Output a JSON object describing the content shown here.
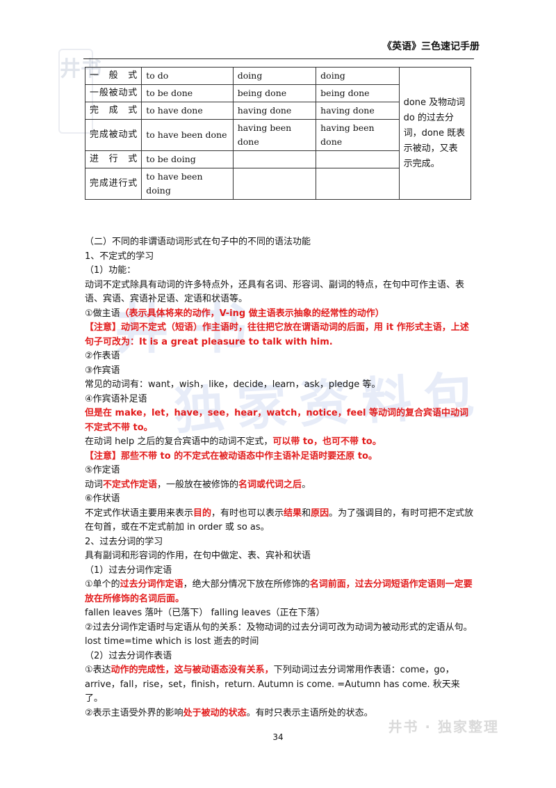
{
  "header": {
    "title": "《英语》三色速记手册"
  },
  "watermarks": {
    "side": "井书",
    "big_line1": "井书",
    "big_line2": "独家资料包",
    "bottom": "井书 · 独家整理"
  },
  "table": {
    "rows": [
      {
        "form": "一般式",
        "c1": "to do",
        "c2": "doing",
        "c3": "doing"
      },
      {
        "form": "一般被动式",
        "c1": "to be done",
        "c2": "being done",
        "c3": "being done"
      },
      {
        "form": "完成式",
        "c1": "to have done",
        "c2": "having done",
        "c3": "having done"
      },
      {
        "form": "完成被动式",
        "c1": "to have been done",
        "c2": "having been done",
        "c3": "having been done"
      },
      {
        "form": "进行式",
        "c1": "to be doing",
        "c2": "",
        "c3": ""
      },
      {
        "form": "完成进行式",
        "c1": "to have been doing",
        "c2": "",
        "c3": ""
      }
    ],
    "note": "done 及物动词 do 的过去分词，done 既表示被动，又表示完成。"
  },
  "content": {
    "l01": "（二）不同的非谓语动词形式在句子中的不同的语法功能",
    "l02": "1、不定式的学习",
    "l03": "（1）功能：",
    "l04": "动词不定式除具有动词的许多特点外，还具有名词、形容词、副词的特点，在句中可作主语、表语、宾语、宾语补足语、定语和状语等。",
    "l05a": "①做主语",
    "l05b": "（表示具体将来的动作，V-ing 做主语表示抽象的经常性的动作）",
    "l06": "【注意】动词不定式（短语）作主语时，往往把它放在谓语动词的后面，用 it 作形式主语，上述句子可改为：It is a great pleasure to talk with him.",
    "l07": "②作表语",
    "l08": "③作宾语",
    "l09": "常见的动词有：want，wish，like，decide，learn，ask，pledge 等。",
    "l10": "④作宾语补足语",
    "l11": "但是在 make，let，have，see，hear，watch，notice，feel 等动词的复合宾语中动词不定式不带 to。",
    "l12a": "在动词 help 之后的复合宾语中的动词不定式，",
    "l12b": "可以带 to，也可不带 to。",
    "l13": "【注意】那些不带 to 的不定式在被动语态中作主语补足语时要还原 to。",
    "l14": "⑤作定语",
    "l15a": "动词",
    "l15b": "不定式作定语",
    "l15c": "，一般放在被修饰的",
    "l15d": "名词或代词之后",
    "l15e": "。",
    "l16": "⑥作状语",
    "l17a": "不定式作状语主要用来表示",
    "l17b": "目的",
    "l17c": "，有时也可以表示",
    "l17d": "结果",
    "l17e": "和",
    "l17f": "原因",
    "l17g": "。为了强调目的，有时可把不定式放在句首，或在不定式前加 in order 或 so as。",
    "l18": "2、过去分词的学习",
    "l19": "具有副词和形容词的作用，在句中做定、表、宾补和状语",
    "l20": "（1）过去分词作定语",
    "l21a": "①单个的",
    "l21b": "过去分词作定语",
    "l21c": "，绝大部分情况下放在所修饰的",
    "l21d": "名词前面，过去分词短语作定语则一定要放在所修饰的名词后面。",
    "l22": "fallen leaves 落叶（已落下）  falling leaves（正在下落）",
    "l23": "②过去分词作定语时与定语从句的关系：及物动词的过去分词可改为动词为被动形式的定语从句。lost time=time which is lost 逝去的时间",
    "l24": "（2）过去分词作表语",
    "l25a": "①表达",
    "l25b": "动作的完成性，这与被动语态没有关系，",
    "l25c": "下列动词过去分词常用作表语：come，go，arrive，fall，rise，set，finish，return. Autumn is come. =Autumn has come. 秋天来了。",
    "l26a": "②表示主语受外界的影响",
    "l26b": "处于被动的状态",
    "l26c": "。有时只表示主语所处的状态。"
  },
  "page_number": "34"
}
